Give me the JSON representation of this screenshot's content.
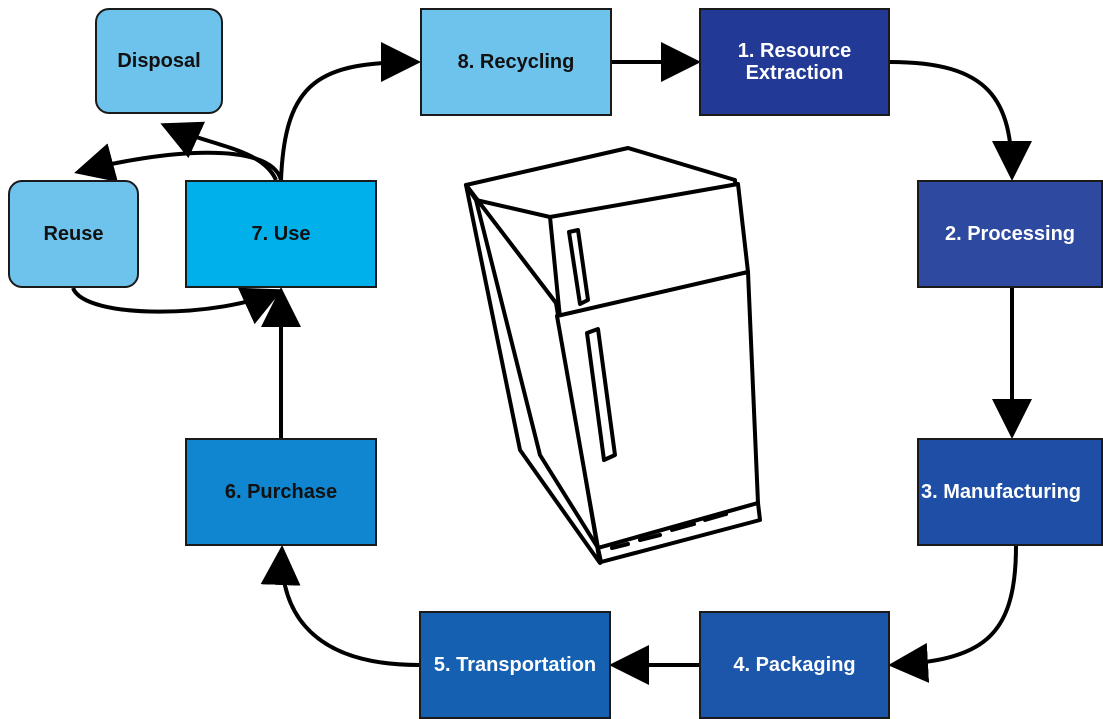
{
  "diagram": {
    "nodes": [
      {
        "id": "disposal",
        "label": "Disposal",
        "fill": "#6ec3ec",
        "text_color": "#111111"
      },
      {
        "id": "reuse",
        "label": "Reuse",
        "fill": "#6ec3ec",
        "text_color": "#111111"
      },
      {
        "id": "recycling",
        "label": "8. Recycling",
        "fill": "#6ec3ec",
        "text_color": "#111111"
      },
      {
        "id": "use",
        "label": "7. Use",
        "fill": "#00b0ea",
        "text_color": "#111111"
      },
      {
        "id": "purchase",
        "label": "6. Purchase",
        "fill": "#0f86cf",
        "text_color": "#111111"
      },
      {
        "id": "extraction",
        "label": "1. Resource\nExtraction",
        "fill": "#223a96",
        "text_color": "#ffffff"
      },
      {
        "id": "processing",
        "label": "2. Processing",
        "fill": "#2e4aa0",
        "text_color": "#ffffff"
      },
      {
        "id": "manufacturing",
        "label": "3. Manufacturing",
        "fill": "#1e4ea6",
        "text_color": "#ffffff"
      },
      {
        "id": "packaging",
        "label": "4. Packaging",
        "fill": "#1c56aa",
        "text_color": "#ffffff"
      },
      {
        "id": "transportation",
        "label": "5. Transportation",
        "fill": "#1660b1",
        "text_color": "#ffffff"
      }
    ],
    "edges": [
      {
        "from": "recycling",
        "to": "extraction"
      },
      {
        "from": "extraction",
        "to": "processing"
      },
      {
        "from": "processing",
        "to": "manufacturing"
      },
      {
        "from": "manufacturing",
        "to": "packaging"
      },
      {
        "from": "packaging",
        "to": "transportation"
      },
      {
        "from": "transportation",
        "to": "purchase"
      },
      {
        "from": "purchase",
        "to": "use"
      },
      {
        "from": "use",
        "to": "recycling"
      },
      {
        "from": "use",
        "to": "reuse"
      },
      {
        "from": "use",
        "to": "disposal"
      },
      {
        "from": "reuse",
        "to": "use"
      }
    ],
    "center_image": "refrigerator-illustration"
  }
}
